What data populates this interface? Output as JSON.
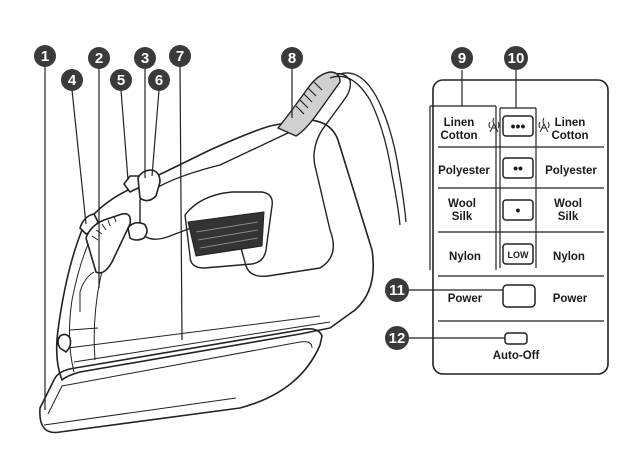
{
  "callouts": {
    "c1": "1",
    "c2": "2",
    "c3": "3",
    "c4": "4",
    "c5": "5",
    "c6": "6",
    "c7": "7",
    "c8": "8",
    "c9": "9",
    "c10": "10",
    "c11": "11",
    "c12": "12"
  },
  "panel": {
    "rows": [
      {
        "left": [
          "Linen",
          "Cotton"
        ],
        "button": "•••",
        "right": [
          "Linen",
          "Cotton"
        ],
        "steam_icon": "steam-icon"
      },
      {
        "left": [
          "Polyester"
        ],
        "button": "••",
        "right": [
          "Polyester"
        ]
      },
      {
        "left": [
          "Wool",
          "Silk"
        ],
        "button": "•",
        "right": [
          "Wool",
          "Silk"
        ]
      },
      {
        "left": [
          "Nylon"
        ],
        "button": "LOW",
        "right": [
          "Nylon"
        ]
      }
    ],
    "power": {
      "left": "Power",
      "right": "Power"
    },
    "auto_off": "Auto-Off"
  }
}
